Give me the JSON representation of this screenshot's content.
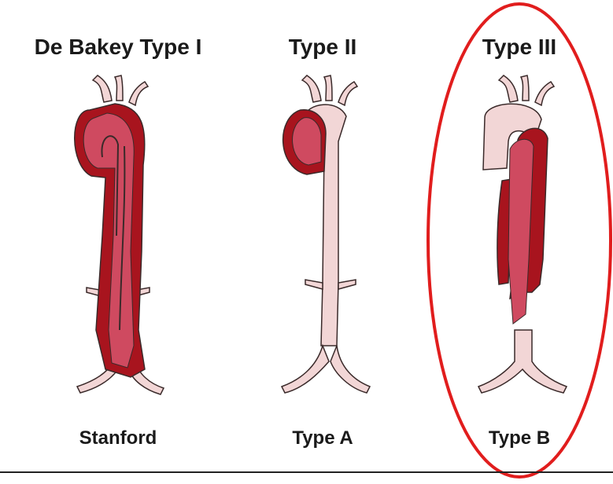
{
  "headings": {
    "type1": "De Bakey Type I",
    "type2": "Type II",
    "type3": "Type III"
  },
  "footers": {
    "stanford": "Stanford",
    "typeA": "Type A",
    "typeB": "Type B"
  },
  "colors": {
    "aorta_normal": "#f2d6d6",
    "dissection_dark": "#a8141e",
    "false_lumen": "#cf4a60",
    "highlight_ellipse": "#e11d1d",
    "outline": "#3a2a2a",
    "baseline": "#222222"
  }
}
